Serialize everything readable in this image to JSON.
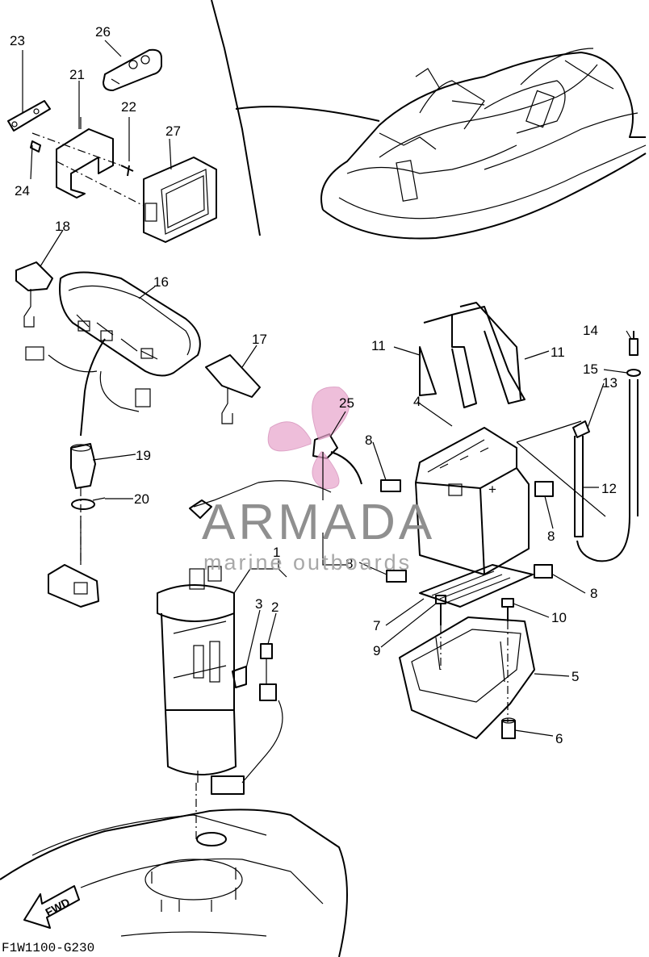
{
  "diagram_code": "F1W1100-G230",
  "direction_label": "FWD",
  "watermark": {
    "brand": "ARMADA",
    "tagline": "marine outboards",
    "logo_color": "#e8a6cc"
  },
  "callouts": [
    {
      "id": "1",
      "text": "1"
    },
    {
      "id": "2",
      "text": "2"
    },
    {
      "id": "3",
      "text": "3"
    },
    {
      "id": "4",
      "text": "4"
    },
    {
      "id": "5",
      "text": "5"
    },
    {
      "id": "6",
      "text": "6"
    },
    {
      "id": "7",
      "text": "7"
    },
    {
      "id": "8a",
      "text": "8"
    },
    {
      "id": "8b",
      "text": "8"
    },
    {
      "id": "8c",
      "text": "8"
    },
    {
      "id": "8d",
      "text": "8"
    },
    {
      "id": "9",
      "text": "9"
    },
    {
      "id": "10",
      "text": "10"
    },
    {
      "id": "11a",
      "text": "11"
    },
    {
      "id": "11b",
      "text": "11"
    },
    {
      "id": "12",
      "text": "12"
    },
    {
      "id": "13",
      "text": "13"
    },
    {
      "id": "14",
      "text": "14"
    },
    {
      "id": "15",
      "text": "15"
    },
    {
      "id": "16",
      "text": "16"
    },
    {
      "id": "17",
      "text": "17"
    },
    {
      "id": "18",
      "text": "18"
    },
    {
      "id": "19",
      "text": "19"
    },
    {
      "id": "20",
      "text": "20"
    },
    {
      "id": "21",
      "text": "21"
    },
    {
      "id": "22",
      "text": "22"
    },
    {
      "id": "23",
      "text": "23"
    },
    {
      "id": "24",
      "text": "24"
    },
    {
      "id": "25",
      "text": "25"
    },
    {
      "id": "26",
      "text": "26"
    },
    {
      "id": "27",
      "text": "27"
    }
  ]
}
